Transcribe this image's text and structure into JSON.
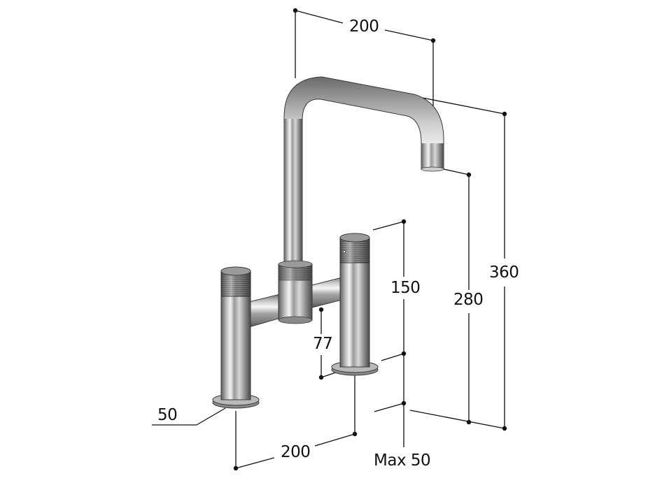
{
  "drawing": {
    "subject": "Bridge kitchen faucet with square spout",
    "units": "mm",
    "colors": {
      "background": "#ffffff",
      "dimension_line": "#111111",
      "chrome_dark": "#6f6f6f",
      "chrome_mid": "#a9a9a9",
      "chrome_light": "#e6e6e6"
    }
  },
  "dimensions": {
    "spout_reach": "200",
    "overall_height": "360",
    "spout_outlet_height": "280",
    "handle_height": "150",
    "bridge_clearance": "77",
    "base_diameter": "50",
    "centres": "200",
    "max_deck_thickness": "Max 50"
  }
}
